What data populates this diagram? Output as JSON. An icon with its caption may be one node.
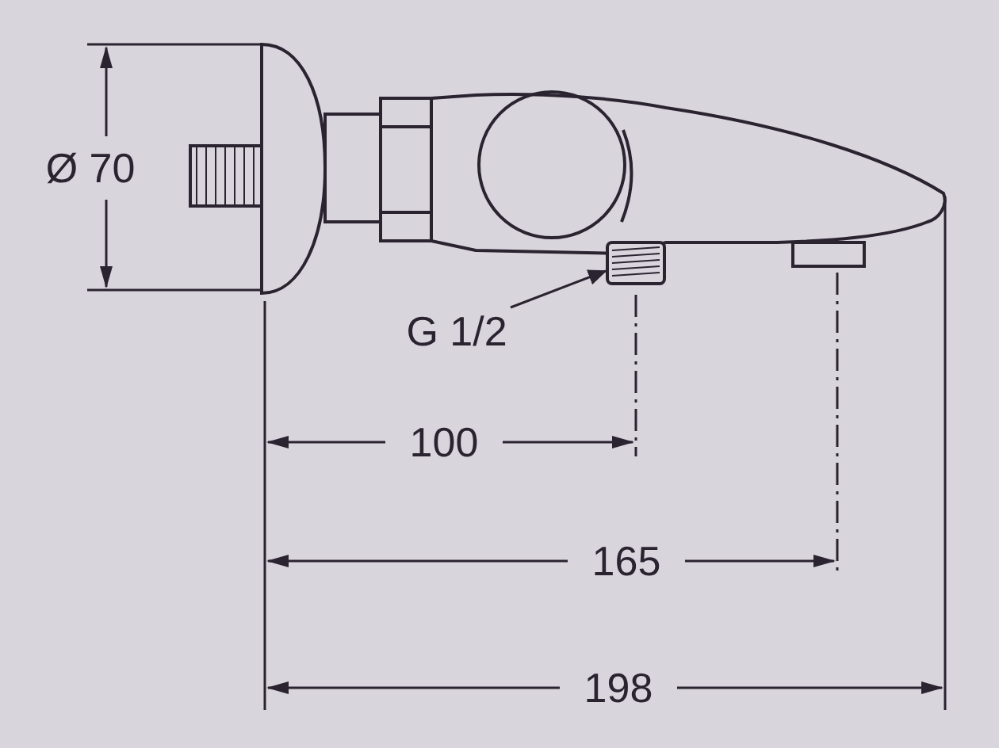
{
  "diagram": {
    "nodes": [
      {
        "text": [
          "G 1/2"
        ]
      },
      {
        "text": [],
        "shape": "picture"
      }
    ],
    "edges": [
      {
        "from": 0,
        "to": 1,
        "arrow": "to"
      }
    ],
    "labels": [
      "Ø 70",
      "100",
      "165",
      "198"
    ]
  }
}
